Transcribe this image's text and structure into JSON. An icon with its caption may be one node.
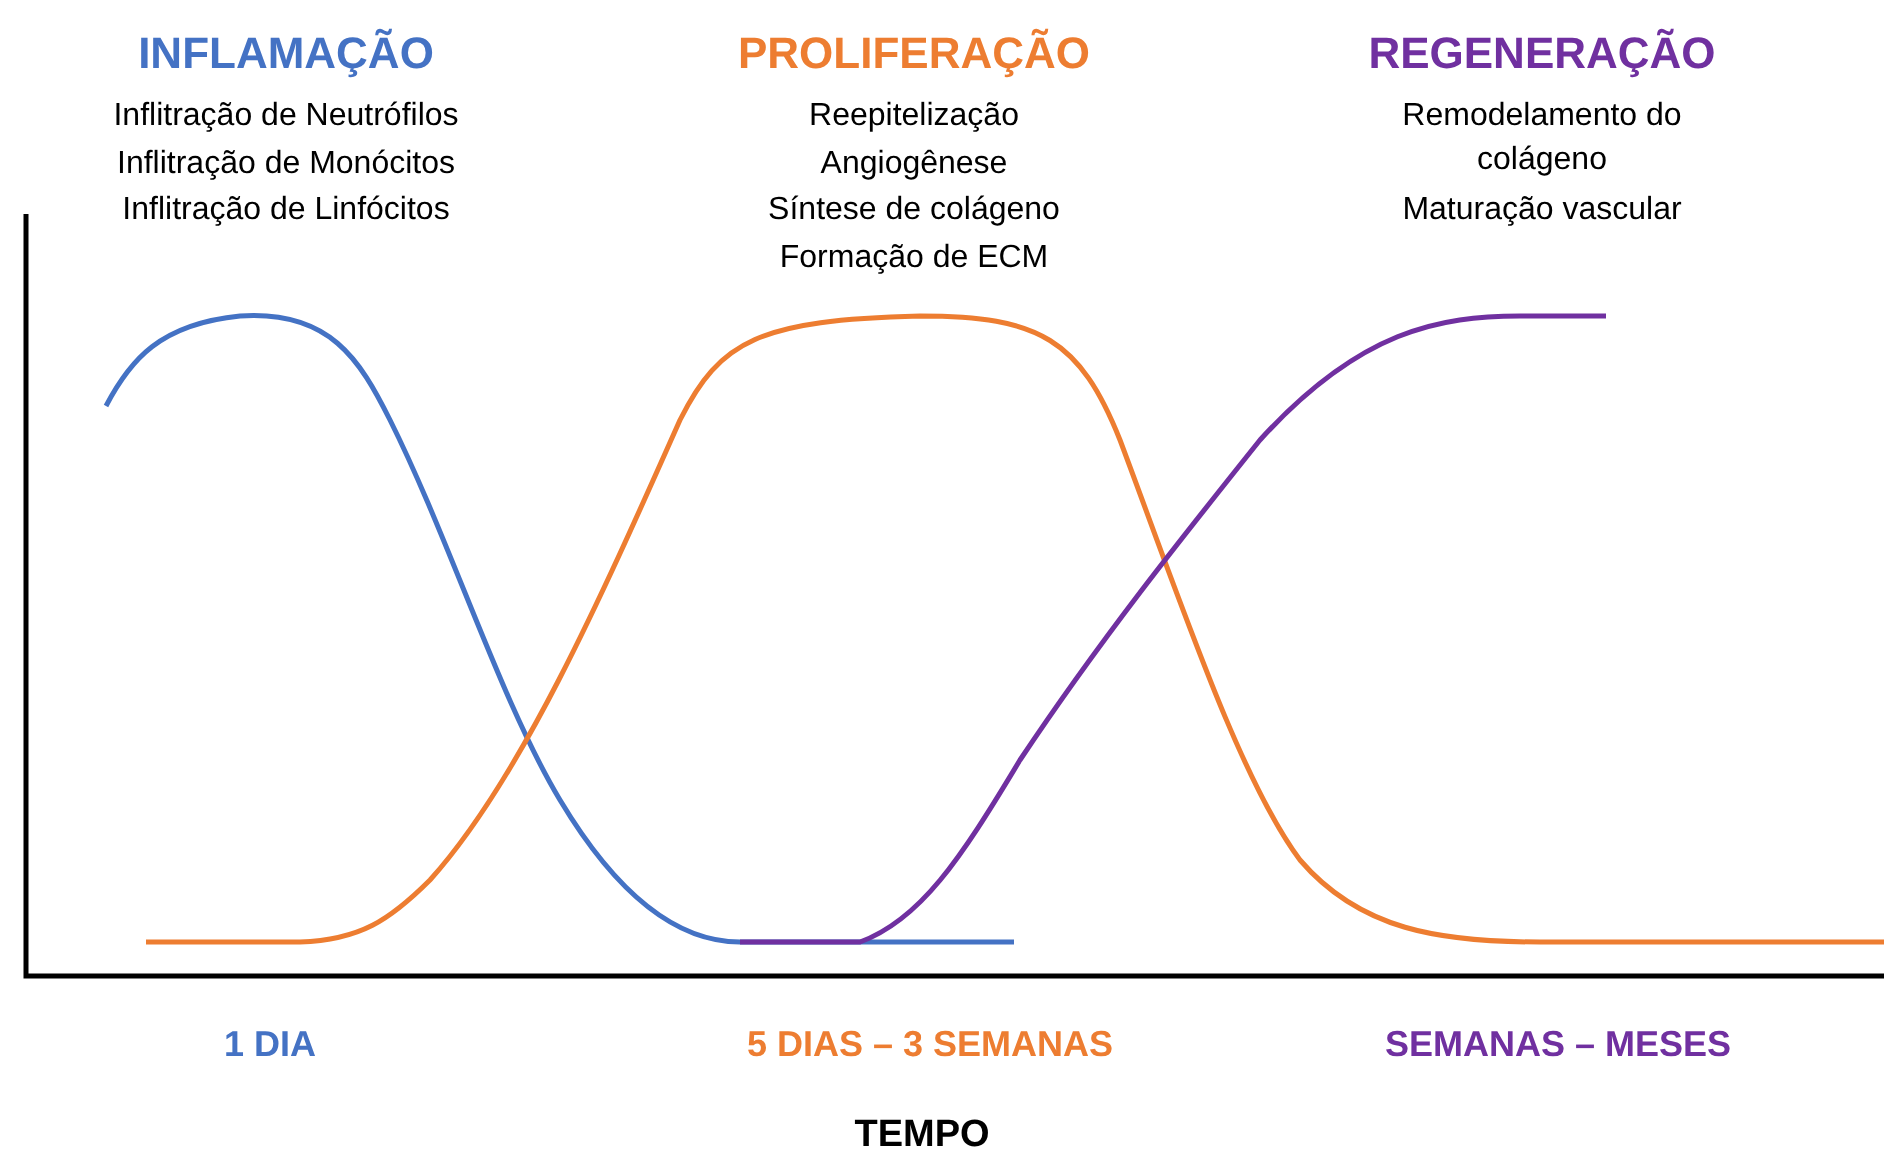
{
  "diagram": {
    "labels": [
      "INFLAMAÇÃO",
      "Inflitração de Neutrófilos",
      "Inflitração de Monócitos",
      "Inflitração de Linfócitos",
      "PROLIFERAÇÃO",
      "Reepitelização",
      "Angiogênese",
      "Síntese de colágeno",
      "Formação de ECM",
      "REGENERAÇÃO",
      "Remodelamento do colágeno",
      "Maturação vascular",
      "1 DIA",
      "5 DIAS – 3 SEMANAS",
      "SEMANAS – MESES",
      "TEMPO"
    ]
  }
}
